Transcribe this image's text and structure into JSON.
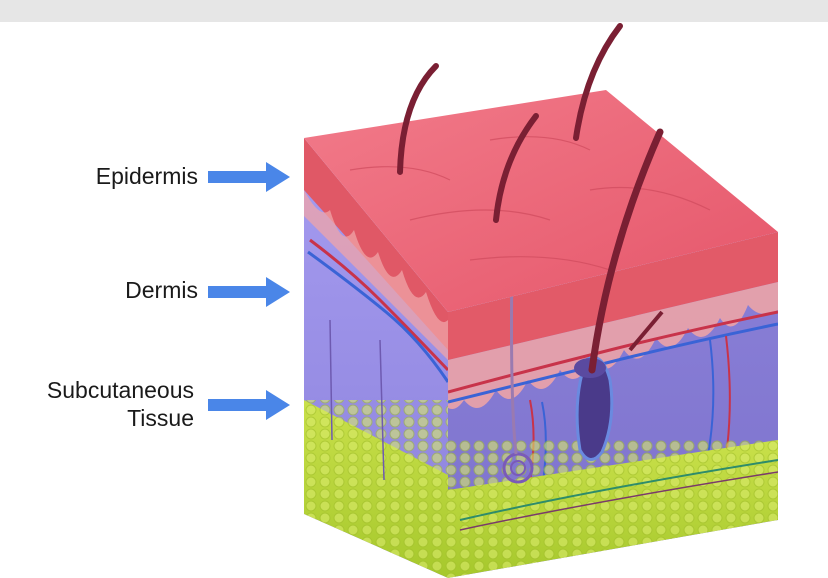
{
  "labels": {
    "epidermis": "Epidermis",
    "dermis": "Dermis",
    "subcutaneous_line1": "Subcutaneous",
    "subcutaneous_line2": "Tissue"
  },
  "colors": {
    "arrow": "#4a86e8",
    "epidermis": "#e8606e",
    "dermis": "#8f86e0",
    "subcutaneous": "#b5d33a",
    "hair": "#7a1f33",
    "vessel_red": "#c8334a",
    "vessel_blue": "#3a63d6"
  },
  "icons": {
    "arrow": "right-arrow-icon"
  }
}
